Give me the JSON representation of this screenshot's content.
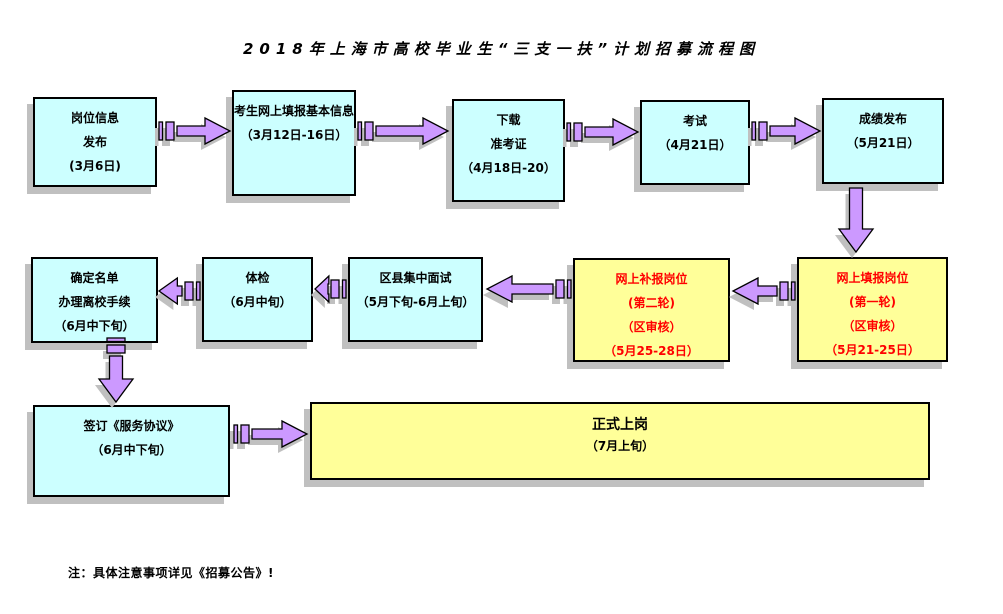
{
  "title": "2018年上海市高校毕业生“三支一扶”计划招募流程图",
  "note": "注：具体注意事项详见《招募公告》!",
  "colors": {
    "box_cyan": "#ccffff",
    "box_yellow": "#ffff99",
    "arrow_fill": "#cc99ff",
    "arrow_border": "#000000",
    "shadow": "#c0c0c0",
    "alert_text": "#ff0000",
    "text": "#000000"
  },
  "boxes": {
    "job_info": {
      "lines": [
        "岗位信息",
        "发布",
        "(3月6日)"
      ]
    },
    "online_register": {
      "lines": [
        "考生网上填报基本信息",
        "（3月12日-16日）"
      ]
    },
    "admission_ticket": {
      "lines": [
        "下载",
        "准考证",
        "（4月18日-20）"
      ]
    },
    "exam": {
      "lines": [
        "考试",
        "（4月21日）"
      ]
    },
    "score_release": {
      "lines": [
        "成绩发布",
        "（5月21日）"
      ]
    },
    "apply_round1": {
      "lines": [
        "网上填报岗位",
        "(第一轮)",
        "（区审核）",
        "（5月21-25日）"
      ]
    },
    "apply_round2": {
      "lines": [
        "网上补报岗位",
        "(第二轮)",
        "（区审核）",
        "（5月25-28日）"
      ]
    },
    "district_interview": {
      "lines": [
        "区县集中面试",
        "（5月下旬-6月上旬）"
      ]
    },
    "physical_exam": {
      "lines": [
        "体检",
        "（6月中旬）"
      ]
    },
    "finalize_list": {
      "lines": [
        "确定名单",
        "办理离校手续",
        "（6月中下旬）"
      ]
    },
    "sign_agreement": {
      "lines": [
        "签订《服务协议》",
        "（6月中下旬）"
      ]
    },
    "start_work": {
      "lines": [
        "正式上岗",
        "（7月上旬）"
      ]
    }
  }
}
